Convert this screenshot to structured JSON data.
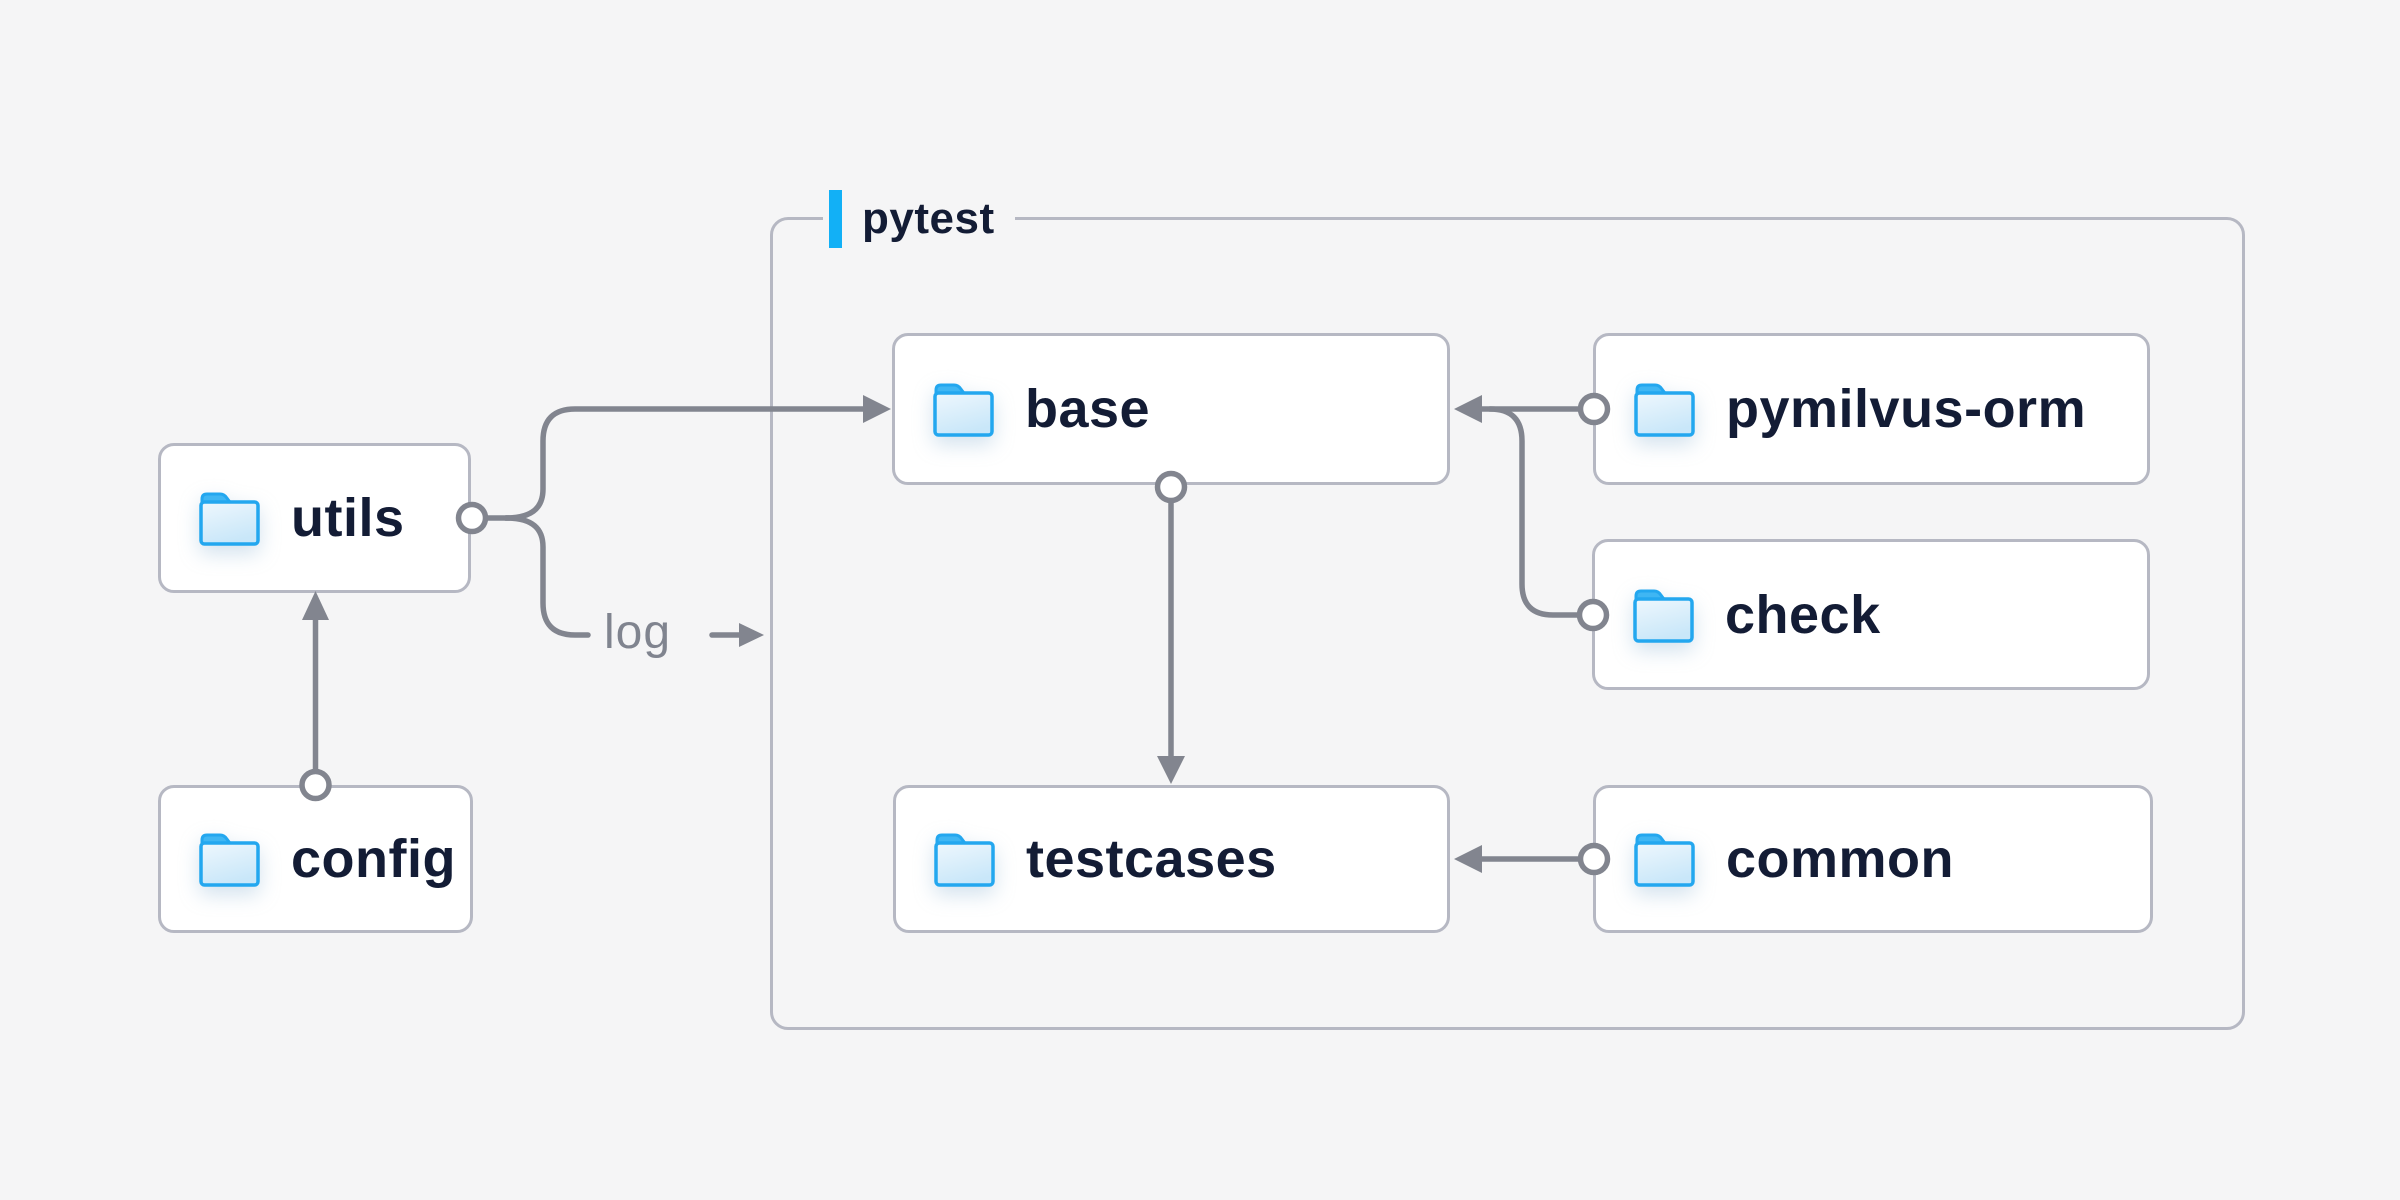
{
  "diagram": {
    "container": {
      "label": "pytest"
    },
    "nodes": [
      {
        "id": "utils",
        "label": "utils"
      },
      {
        "id": "config",
        "label": "config"
      },
      {
        "id": "base",
        "label": "base"
      },
      {
        "id": "testcases",
        "label": "testcases"
      },
      {
        "id": "pymilvus-orm",
        "label": "pymilvus-orm"
      },
      {
        "id": "check",
        "label": "check"
      },
      {
        "id": "common",
        "label": "common"
      }
    ],
    "edges": [
      {
        "from": "config",
        "to": "utils",
        "label": ""
      },
      {
        "from": "utils",
        "to": "base",
        "label": ""
      },
      {
        "from": "utils",
        "to": "pytest",
        "label": "log"
      },
      {
        "from": "pymilvus-orm",
        "to": "base",
        "label": ""
      },
      {
        "from": "check",
        "to": "base",
        "label": ""
      },
      {
        "from": "base",
        "to": "testcases",
        "label": ""
      },
      {
        "from": "common",
        "to": "testcases",
        "label": ""
      }
    ],
    "colors": {
      "background": "#f5f5f6",
      "accent_blue": "#12b0f6",
      "folder_blue": "#23a7ef",
      "line_gray": "#82858f",
      "node_border": "#b6b8c3",
      "text_dark": "#131c35",
      "label_gray": "#80848f"
    }
  }
}
